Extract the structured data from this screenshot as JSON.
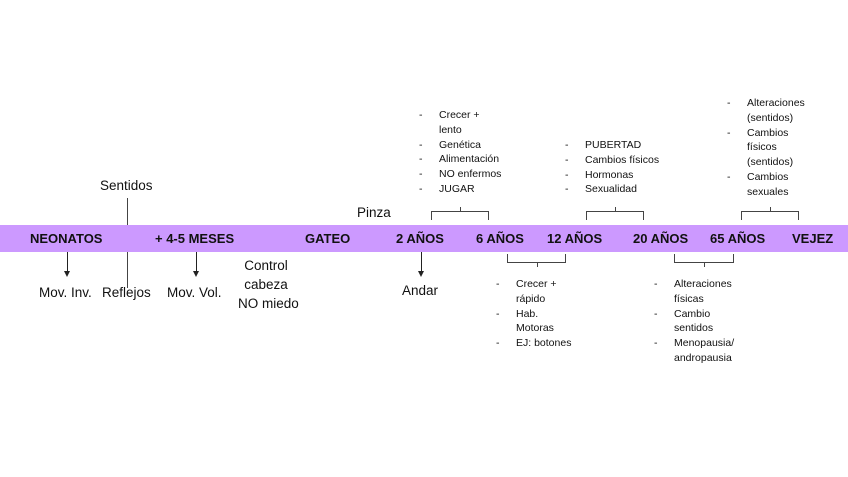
{
  "timeline": {
    "bar_color": "#cc99ff",
    "stages": [
      {
        "label": "NEONATOS"
      },
      {
        "label": "+ 4-5 MESES"
      },
      {
        "label": "GATEO"
      },
      {
        "label": "2 AÑOS"
      },
      {
        "label": "6 AÑOS"
      },
      {
        "label": "12 AÑOS"
      },
      {
        "label": "20 AÑOS"
      },
      {
        "label": "65 AÑOS"
      },
      {
        "label": "VEJEZ"
      }
    ]
  },
  "annotations": {
    "sentidos": "Sentidos",
    "mov_inv": "Mov. Inv.",
    "reflejos": "Reflejos",
    "mov_vol": "Mov. Vol.",
    "control_cabeza": [
      "Control",
      "cabeza",
      "NO miedo"
    ],
    "pinza": "Pinza",
    "andar": "Andar"
  },
  "lists": {
    "age_2_6": [
      "Crecer + lento",
      "Genética",
      "Alimentación",
      "NO enfermos",
      "JUGAR"
    ],
    "age_6_12": [
      "Crecer + rápido",
      "Hab. Motoras",
      "EJ: botones"
    ],
    "age_12_20": [
      "PUBERTAD",
      "Cambios físicos",
      "Hormonas",
      "Sexualidad"
    ],
    "age_20_65": [
      "Alteraciones físicas",
      "Cambio sentidos",
      "Menopausia/ andropausia"
    ],
    "age_65_vejez": [
      "Alteraciones (sentidos)",
      "Cambios físicos (sentidos)",
      "Cambios sexuales"
    ]
  }
}
